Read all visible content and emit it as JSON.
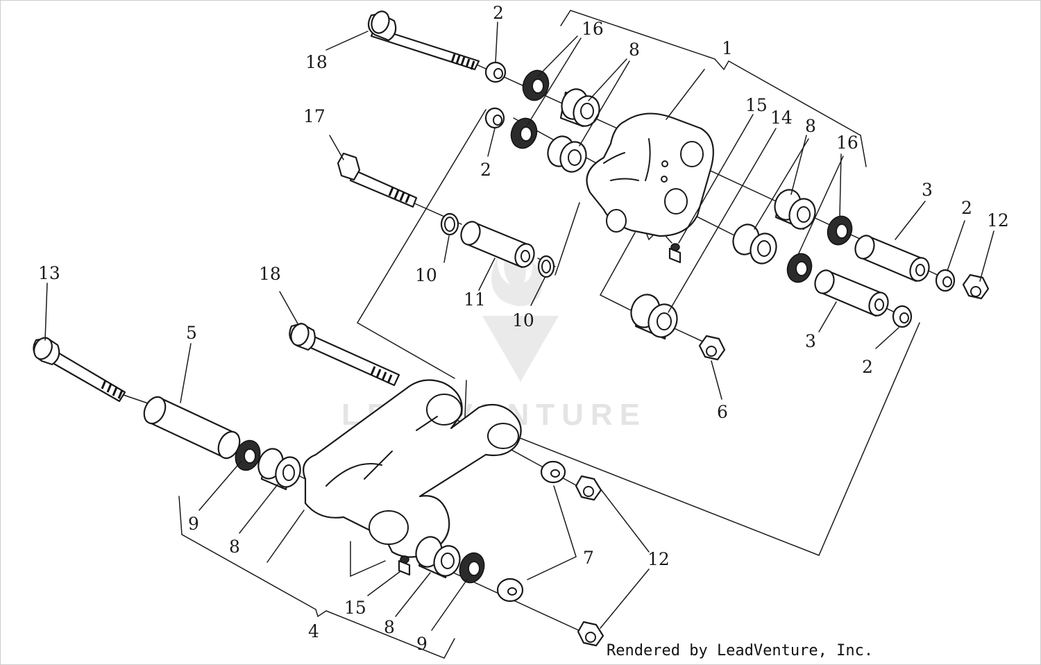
{
  "diagram": {
    "watermark": "LEADVENTURE",
    "credit": "Rendered by LeadVenture, Inc.",
    "callouts": [
      {
        "id": "c18a",
        "label": "18"
      },
      {
        "id": "c2a",
        "label": "2"
      },
      {
        "id": "c16a",
        "label": "16"
      },
      {
        "id": "c8a",
        "label": "8"
      },
      {
        "id": "c1",
        "label": "1"
      },
      {
        "id": "c17",
        "label": "17"
      },
      {
        "id": "c2b",
        "label": "2"
      },
      {
        "id": "c15a",
        "label": "15"
      },
      {
        "id": "c14",
        "label": "14"
      },
      {
        "id": "c8b",
        "label": "8"
      },
      {
        "id": "c16b",
        "label": "16"
      },
      {
        "id": "c3a",
        "label": "3"
      },
      {
        "id": "c2c",
        "label": "2"
      },
      {
        "id": "c12a",
        "label": "12"
      },
      {
        "id": "c10a",
        "label": "10"
      },
      {
        "id": "c11",
        "label": "11"
      },
      {
        "id": "c10b",
        "label": "10"
      },
      {
        "id": "c3b",
        "label": "3"
      },
      {
        "id": "c2d",
        "label": "2"
      },
      {
        "id": "c6",
        "label": "6"
      },
      {
        "id": "c13",
        "label": "13"
      },
      {
        "id": "c18b",
        "label": "18"
      },
      {
        "id": "c5",
        "label": "5"
      },
      {
        "id": "c9a",
        "label": "9"
      },
      {
        "id": "c8c",
        "label": "8"
      },
      {
        "id": "c7",
        "label": "7"
      },
      {
        "id": "c12b",
        "label": "12"
      },
      {
        "id": "c15b",
        "label": "15"
      },
      {
        "id": "c8d",
        "label": "8"
      },
      {
        "id": "c4",
        "label": "4"
      },
      {
        "id": "c9b",
        "label": "9"
      }
    ]
  }
}
